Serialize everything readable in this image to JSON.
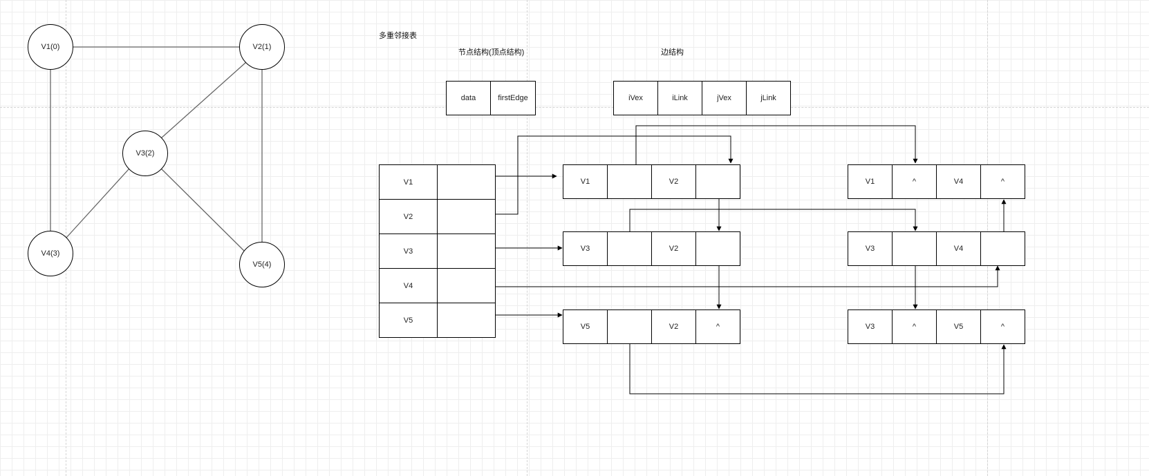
{
  "graph": {
    "nodes": [
      "V1(0)",
      "V2(1)",
      "V3(2)",
      "V4(3)",
      "V5(4)"
    ]
  },
  "titles": {
    "main": "多重邻接表",
    "node_structure": "节点结构(顶点结构)",
    "edge_structure": "边结构"
  },
  "vertex_structure": {
    "fields": [
      "data",
      "firstEdge"
    ]
  },
  "edge_structure": {
    "fields": [
      "iVex",
      "iLink",
      "jVex",
      "jLink"
    ]
  },
  "vertex_list": [
    "V1",
    "V2",
    "V3",
    "V4",
    "V5"
  ],
  "edges": {
    "e1": [
      "V1",
      "",
      "V2",
      ""
    ],
    "e2": [
      "V3",
      "",
      "V2",
      ""
    ],
    "e3": [
      "V5",
      "",
      "V2",
      "^"
    ],
    "e4": [
      "V1",
      "^",
      "V4",
      "^"
    ],
    "e5": [
      "V3",
      "",
      "V4",
      ""
    ],
    "e6": [
      "V3",
      "^",
      "V5",
      "^"
    ]
  }
}
